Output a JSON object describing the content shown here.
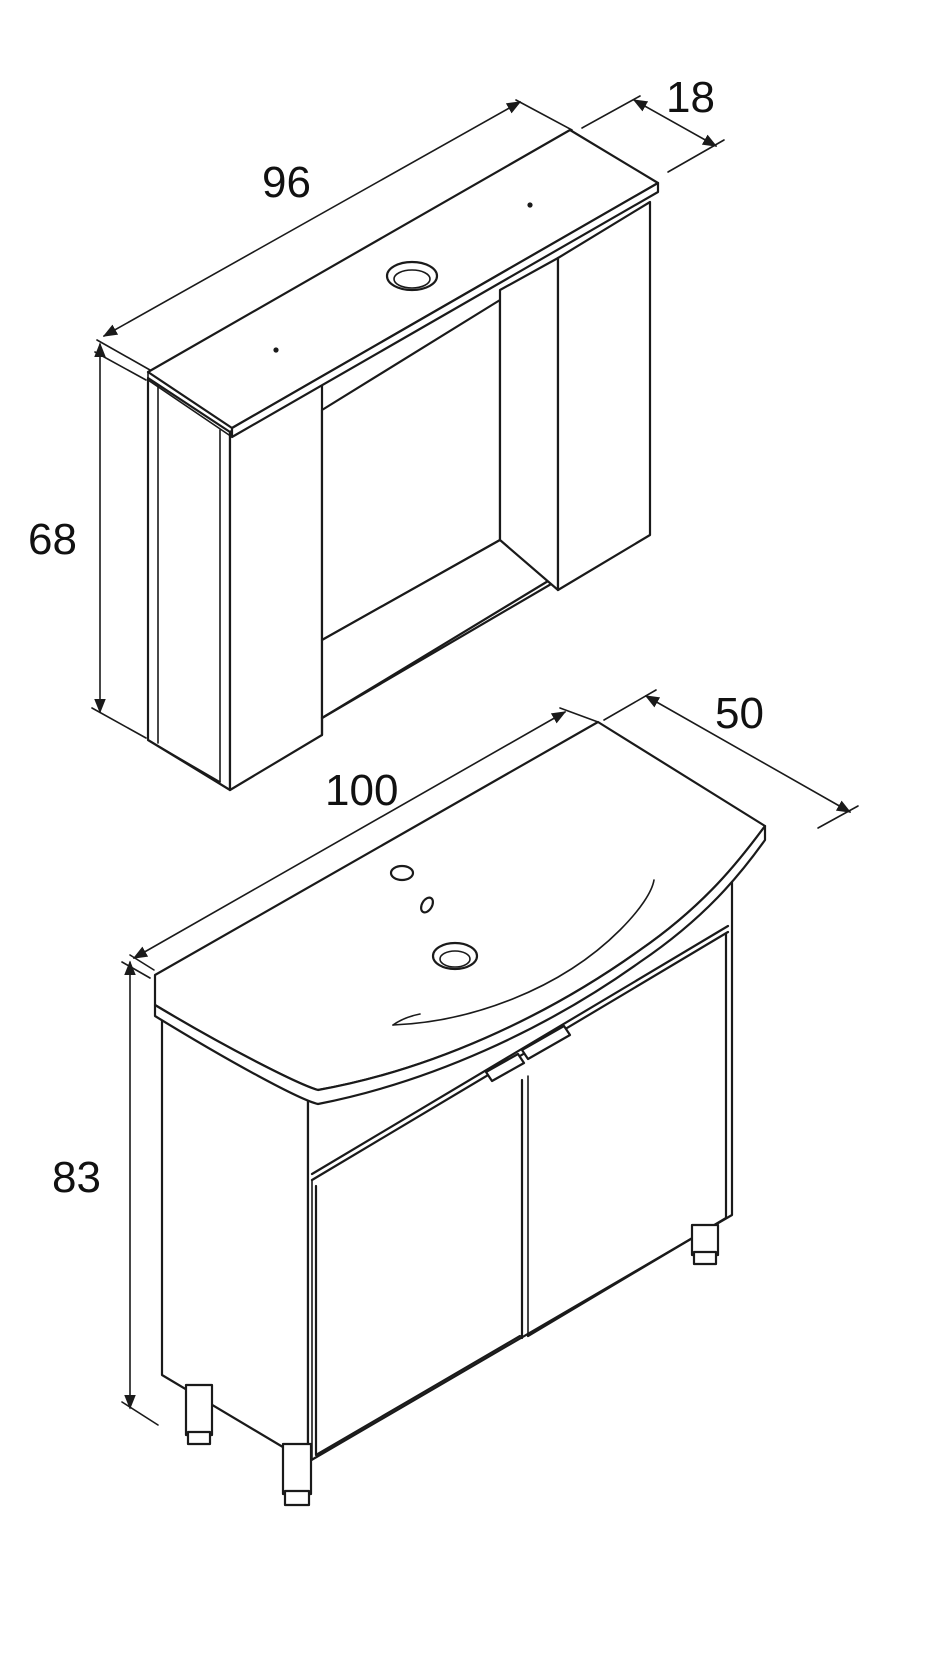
{
  "mirror_cabinet": {
    "width_label": "96",
    "depth_label": "18",
    "height_label": "68"
  },
  "vanity_unit": {
    "width_label": "100",
    "depth_label": "50",
    "height_label": "83"
  },
  "colors": {
    "line": "#1a1a1a",
    "background": "#ffffff"
  }
}
